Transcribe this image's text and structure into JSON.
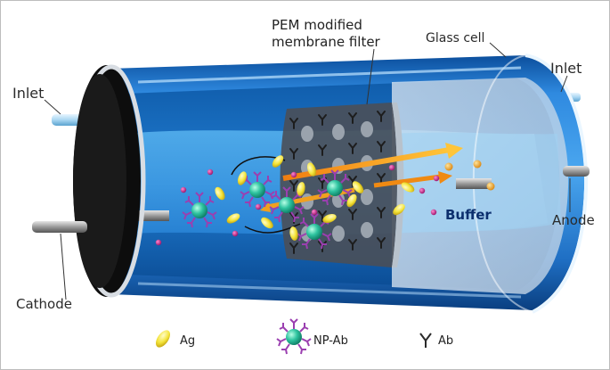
{
  "labels": {
    "pem_line1": "PEM  modified",
    "pem_line2": "membrane filter",
    "glass_cell": "Glass cell",
    "inlet_left": "Inlet",
    "inlet_right": "Inlet",
    "anode": "Anode",
    "cathode": "Cathode",
    "buffer": "Buffer"
  },
  "legend": {
    "ag": "Ag",
    "np_ab": "NP-Ab",
    "ab": "Ab"
  },
  "colors": {
    "tube_blue": "#1a6fc9",
    "solution_blue": "#3c9fe6",
    "ag_yellow": "#f4e43a",
    "np_green": "#2fc4a0",
    "ab_purple": "#9b3fb0",
    "ion_magenta": "#c01f8a",
    "arrow_orange": "#f08a12"
  },
  "icons": [
    "ag-particle-icon",
    "np-ab-icon",
    "antibody-y-icon"
  ]
}
